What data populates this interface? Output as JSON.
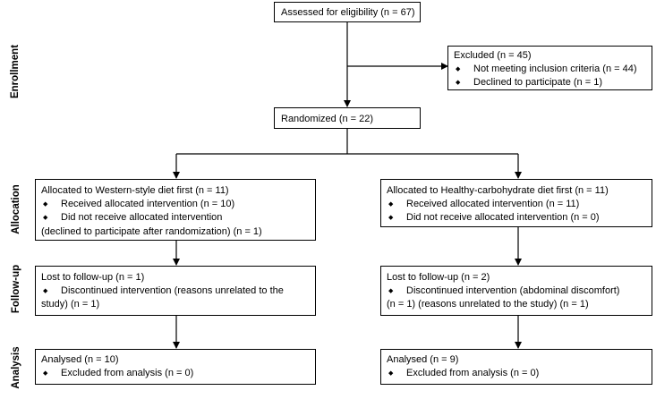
{
  "stages": {
    "enrollment": "Enrollment",
    "allocation": "Allocation",
    "follow_up": "Follow-up",
    "analysis": "Analysis"
  },
  "assessed": "Assessed for eligibility (n = 67)",
  "excluded": {
    "title": "Excluded (n = 45)",
    "items": [
      "Not meeting inclusion criteria (n = 44)",
      "Declined to participate (n = 1)"
    ]
  },
  "randomized": "Randomized (n = 22)",
  "left_arm": {
    "allocation": {
      "title": "Allocated to Western-style diet first (n = 11)",
      "item1": "Received allocated intervention (n = 10)",
      "item2": "Did not receive allocated intervention",
      "item2_cont": "(declined to participate after randomization)  (n = 1)"
    },
    "follow_up": {
      "title": "Lost to follow-up (n = 1)",
      "item1": "Discontinued intervention (reasons unrelated to the",
      "item1_cont": "study) (n = 1)"
    },
    "analysis": {
      "title": "Analysed  (n = 10)",
      "item1": "Excluded from analysis (n = 0)"
    }
  },
  "right_arm": {
    "allocation": {
      "title": "Allocated to Healthy-carbohydrate diet first (n = 11)",
      "item1": "Received allocated intervention (n = 11)",
      "item2": "Did not receive allocated intervention (n = 0)"
    },
    "follow_up": {
      "title": "Lost to follow-up (n = 2)",
      "item1": "Discontinued intervention (abdominal discomfort)",
      "item1_cont": "(n = 1) (reasons unrelated to the study) (n = 1)"
    },
    "analysis": {
      "title": "Analysed  (n = 9)",
      "item1": "Excluded from analysis (n = 0)"
    }
  },
  "bullet_glyph": "◆"
}
